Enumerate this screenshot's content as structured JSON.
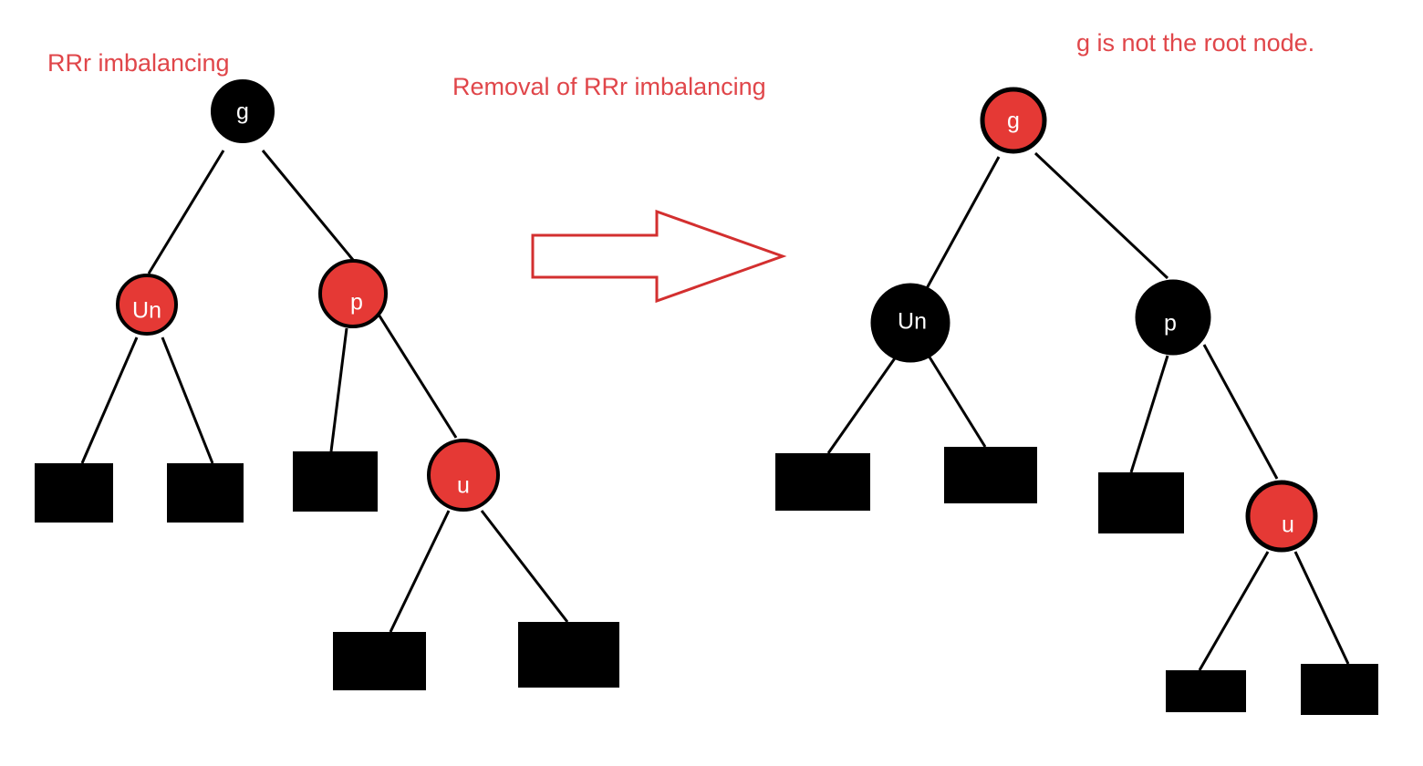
{
  "captions": {
    "left_title": "RRr imbalancing",
    "middle_title": "Removal of RRr imbalancing",
    "right_title": "g is not the root node."
  },
  "colors": {
    "red_node": "#e53935",
    "black_node": "#000000",
    "caption_red": "#e0464a",
    "arrow_outline": "#d32f2f"
  },
  "before_tree": {
    "nodes": {
      "g": {
        "label": "g",
        "color": "black"
      },
      "un": {
        "label": "Un",
        "color": "red"
      },
      "p": {
        "label": "p",
        "color": "red"
      },
      "u": {
        "label": "u",
        "color": "red"
      }
    },
    "leaf_count": 5
  },
  "after_tree": {
    "nodes": {
      "g": {
        "label": "g",
        "color": "red"
      },
      "un": {
        "label": "Un",
        "color": "black"
      },
      "p": {
        "label": "p",
        "color": "black"
      },
      "u": {
        "label": "u",
        "color": "red"
      }
    },
    "leaf_count": 5
  }
}
